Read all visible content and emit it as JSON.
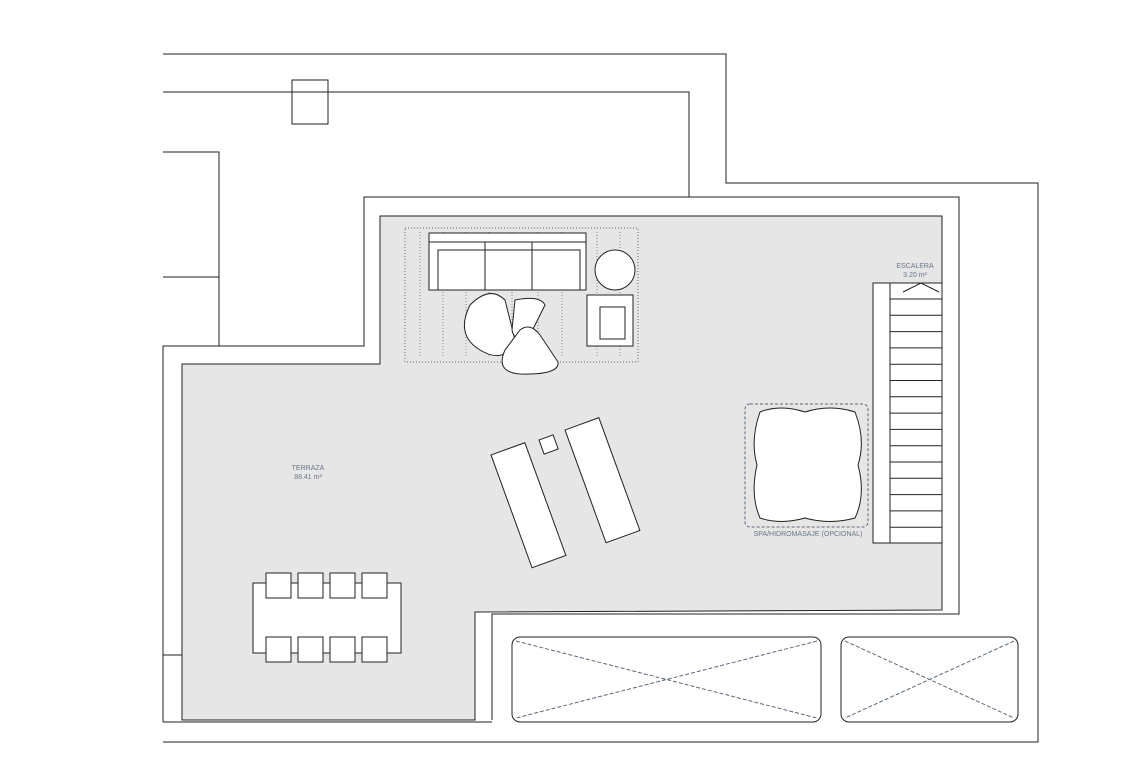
{
  "plan": {
    "rooms": [
      {
        "name": "TERRAZA",
        "area": "88.41 m²"
      },
      {
        "name": "ESCALERA",
        "area": "3.20 m²"
      }
    ],
    "spa_label": "SPA/HIDROMASAJE (OPCIONAL)"
  },
  "colors": {
    "floor": "#e6e6e6",
    "line": "#222222",
    "label": "#6b7687",
    "dashed": "#5a6a7a"
  }
}
